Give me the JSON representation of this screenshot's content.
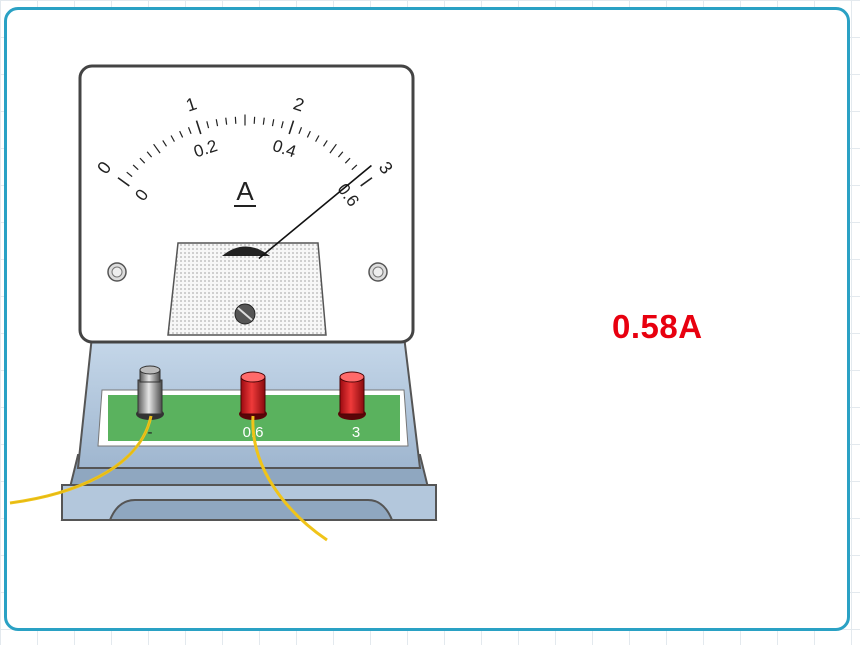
{
  "meter": {
    "unit_symbol": "A",
    "outer_scale_labels": [
      "0",
      "1",
      "2",
      "3"
    ],
    "inner_scale_labels": [
      "0",
      "0.2",
      "0.4",
      "0.6"
    ],
    "terminals": [
      "-",
      "0.6",
      "3"
    ],
    "reading_fraction": 0.967
  },
  "answer": {
    "text": "0.58A"
  },
  "colors": {
    "frame": "#2aa1c4",
    "answer": "#e8000f",
    "wire": "#f0c419",
    "board": "#5ab25e",
    "terminal_red": "#d8141c"
  }
}
